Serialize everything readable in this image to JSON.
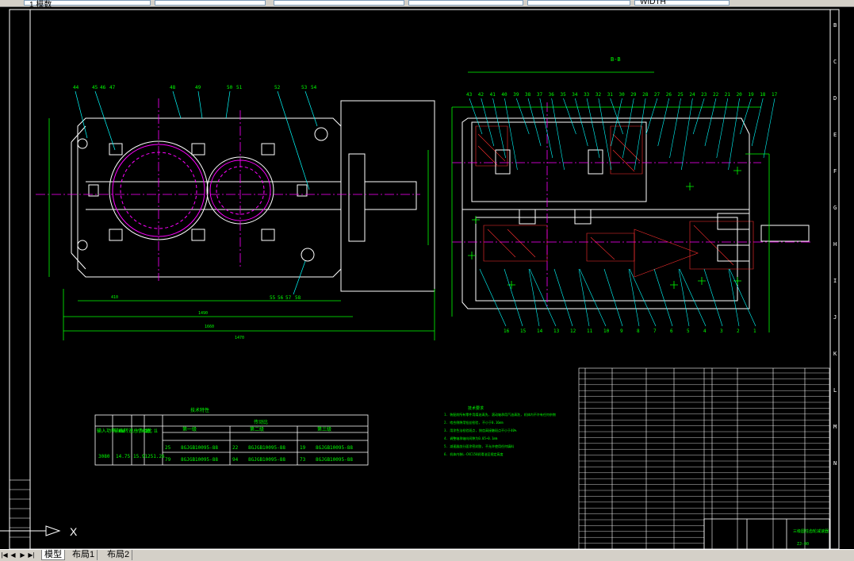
{
  "app": {
    "titlebar_fragments": [
      "1 模数",
      "",
      "",
      "",
      "",
      "WIDTH"
    ],
    "accent_colors": {
      "background": "#000000",
      "outline": "#ffffff",
      "dimension": "#00ff00",
      "center": "#ff00ff",
      "hatch": "#ff3030",
      "leader": "#00ffff",
      "accent_yellow": "#ffff00"
    }
  },
  "drawing": {
    "section_label": "B-B",
    "tech_table_title": "技术特性",
    "tech_table": {
      "col_group": "传动比",
      "headers": [
        "输入功率 KW",
        "输出转速 r/min",
        "总传动比 i",
        "总 i",
        "第一级",
        "第二级",
        "第三级"
      ],
      "row_values": [
        "3080",
        "14.75",
        "15.91",
        "251.26"
      ],
      "gears": [
        {
          "z1": "25",
          "z2": "79",
          "spec": "8GJGB10095-88"
        },
        {
          "z1": "22",
          "z2": "94",
          "spec": "8GJGB10095-88"
        },
        {
          "z1": "19",
          "z2": "73",
          "spec": "8GJGB10095-88"
        }
      ]
    },
    "notes_title": "技术要求",
    "notes": [
      "1. 装配前所有零件用煤油清洗, 滚动轴承用汽油清洗, 机体内不许有任何杂物",
      "2. 啮合侧隙用铅丝检验, 不小于0.16mm",
      "3. 用涂色法检验斑点, 按齿高接触斑点不小于40%",
      "4. 调整轴承轴向间隙为0.05~0.1mm",
      "5. 减速器剖分面涂密封胶, 不允许使用任何填料",
      "6. 机体内装L-CKC150润滑油至规定高度"
    ],
    "title_block": {
      "name": "三级圆柱齿轮减速器",
      "drawing_no": "ZJ-00"
    },
    "part_numbers_top_left": [
      "44",
      "45",
      "46",
      "47",
      "48",
      "49",
      "50",
      "51",
      "52",
      "53",
      "54"
    ],
    "part_numbers_top_right": [
      "43",
      "42",
      "41",
      "40",
      "39",
      "38",
      "37",
      "36",
      "35",
      "34",
      "33",
      "32",
      "31",
      "30",
      "29",
      "28",
      "27",
      "26",
      "25",
      "24",
      "23",
      "22",
      "21",
      "20",
      "19",
      "18",
      "17"
    ],
    "part_numbers_bottom_right": [
      "16",
      "15",
      "14",
      "13",
      "12",
      "11",
      "10",
      "9",
      "8",
      "7",
      "6",
      "5",
      "4",
      "3",
      "2",
      "1"
    ],
    "part_numbers_bottom_left": [
      "55",
      "56",
      "57",
      "58"
    ],
    "dims_left": [
      "410",
      "1490",
      "1660",
      "1470"
    ],
    "border_letters": [
      "B",
      "C",
      "D",
      "E",
      "F",
      "G",
      "H",
      "I",
      "J",
      "K",
      "L",
      "M",
      "N"
    ],
    "ucs_label": "X"
  },
  "layout_tabs": {
    "nav_buttons": [
      "|◀",
      "◀",
      "▶",
      "▶|"
    ],
    "tabs": [
      {
        "label": "模型",
        "active": true
      },
      {
        "label": "布局1",
        "active": false
      },
      {
        "label": "布局2",
        "active": false
      }
    ]
  }
}
